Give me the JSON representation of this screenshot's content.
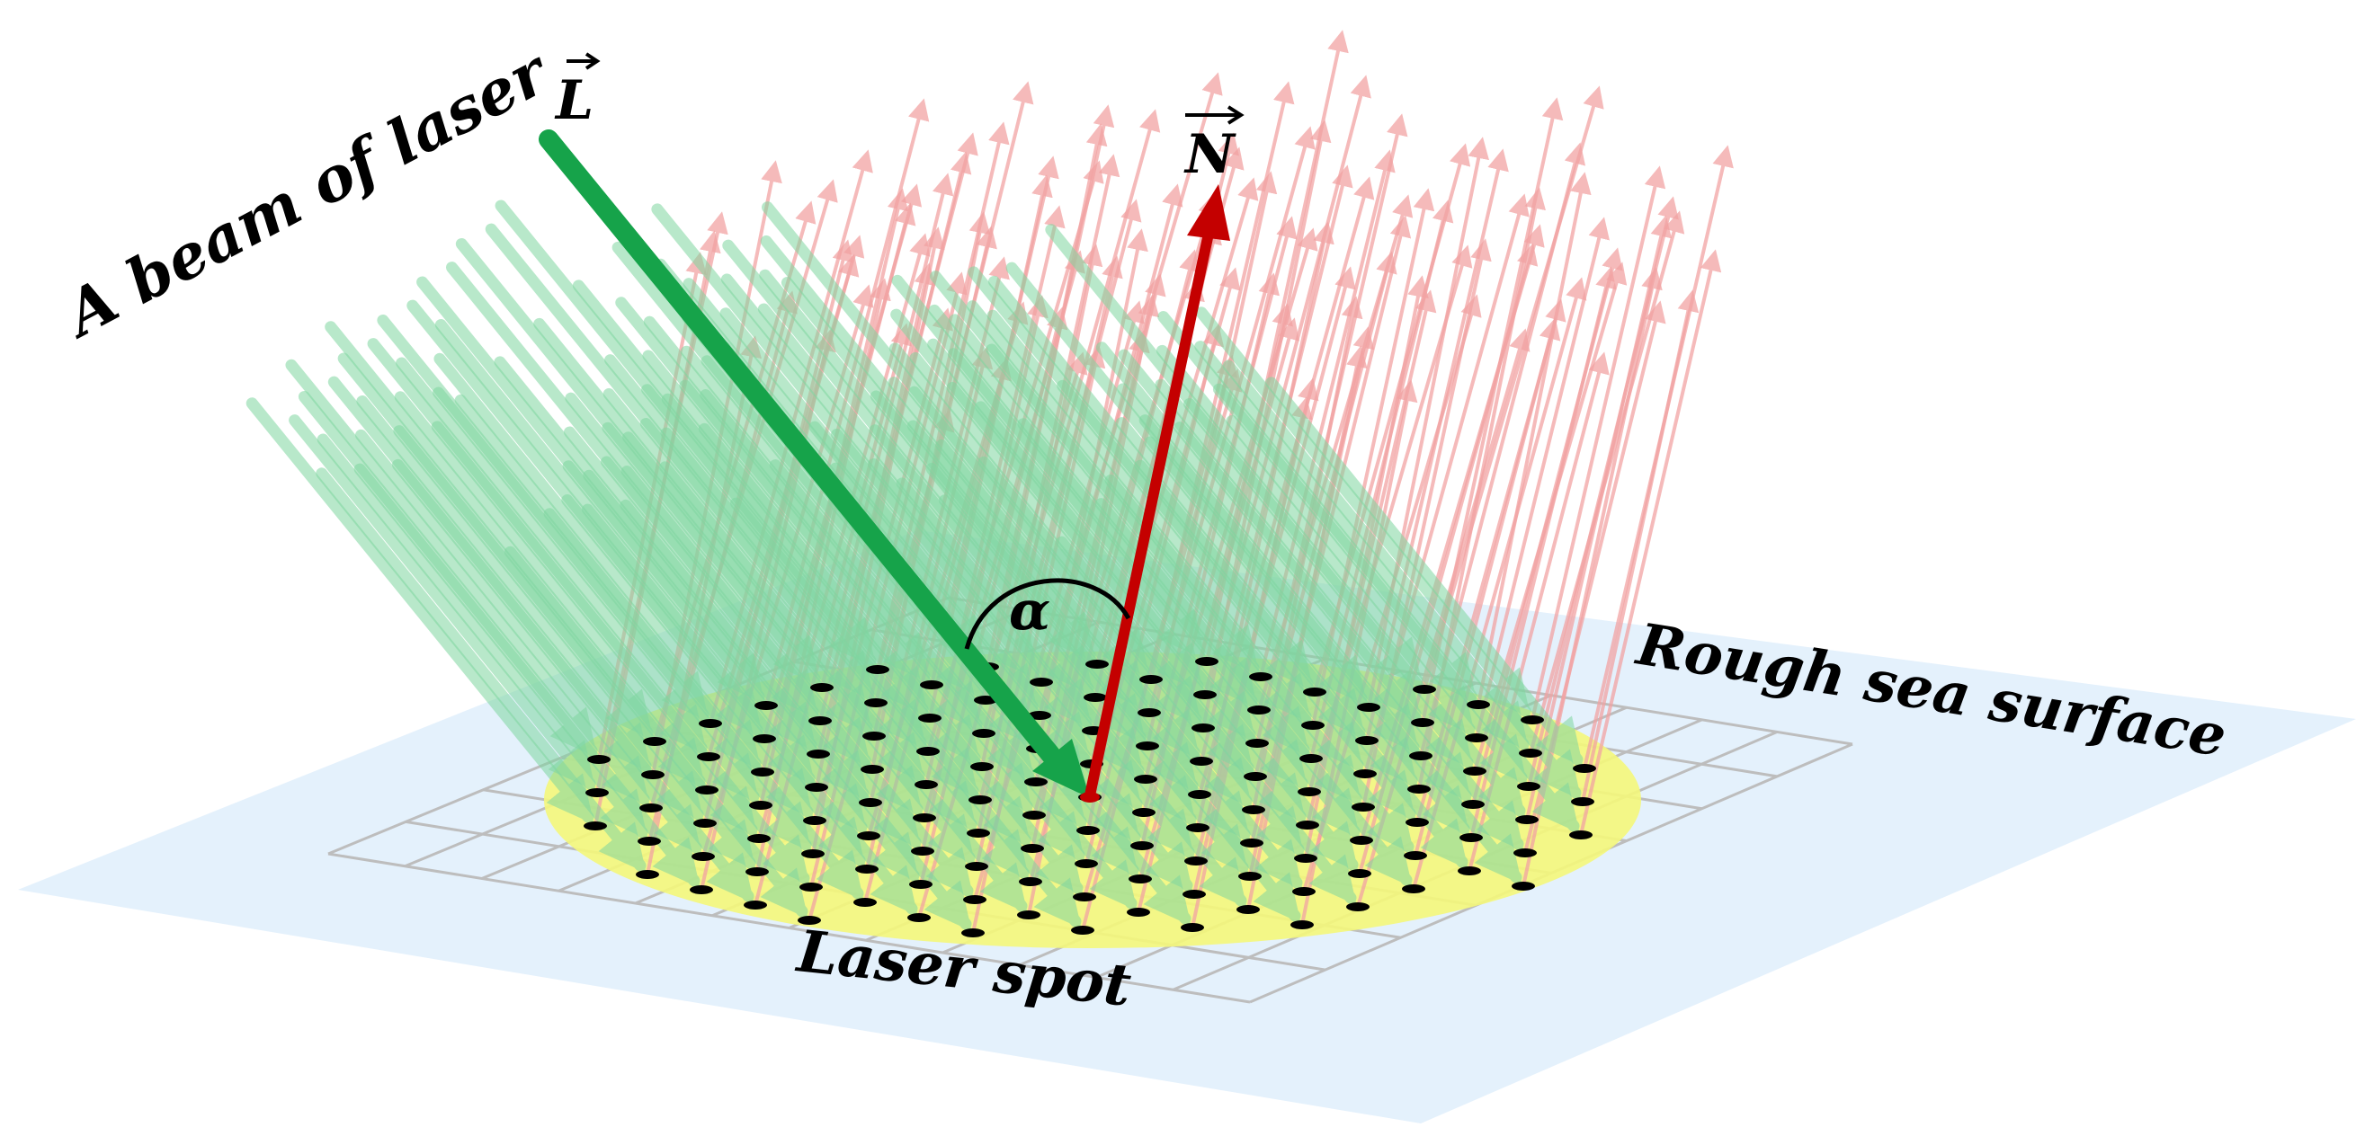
{
  "labels": {
    "beam": "A beam of laser",
    "surface": "Rough sea surface",
    "spot": "Laser spot",
    "incident_vector": "L",
    "normal_vector": "N",
    "angle": "α"
  },
  "colors": {
    "sea_plane": "#e4f1fc",
    "laser_spot": "#f4f77a",
    "incident_beam": "#16a34a",
    "incident_beam_faint": "#7fd6a0",
    "normal_vector": "#c40000",
    "normal_faint": "#f2a3a3",
    "grid": "#bdbdbd",
    "points": "#000000"
  }
}
